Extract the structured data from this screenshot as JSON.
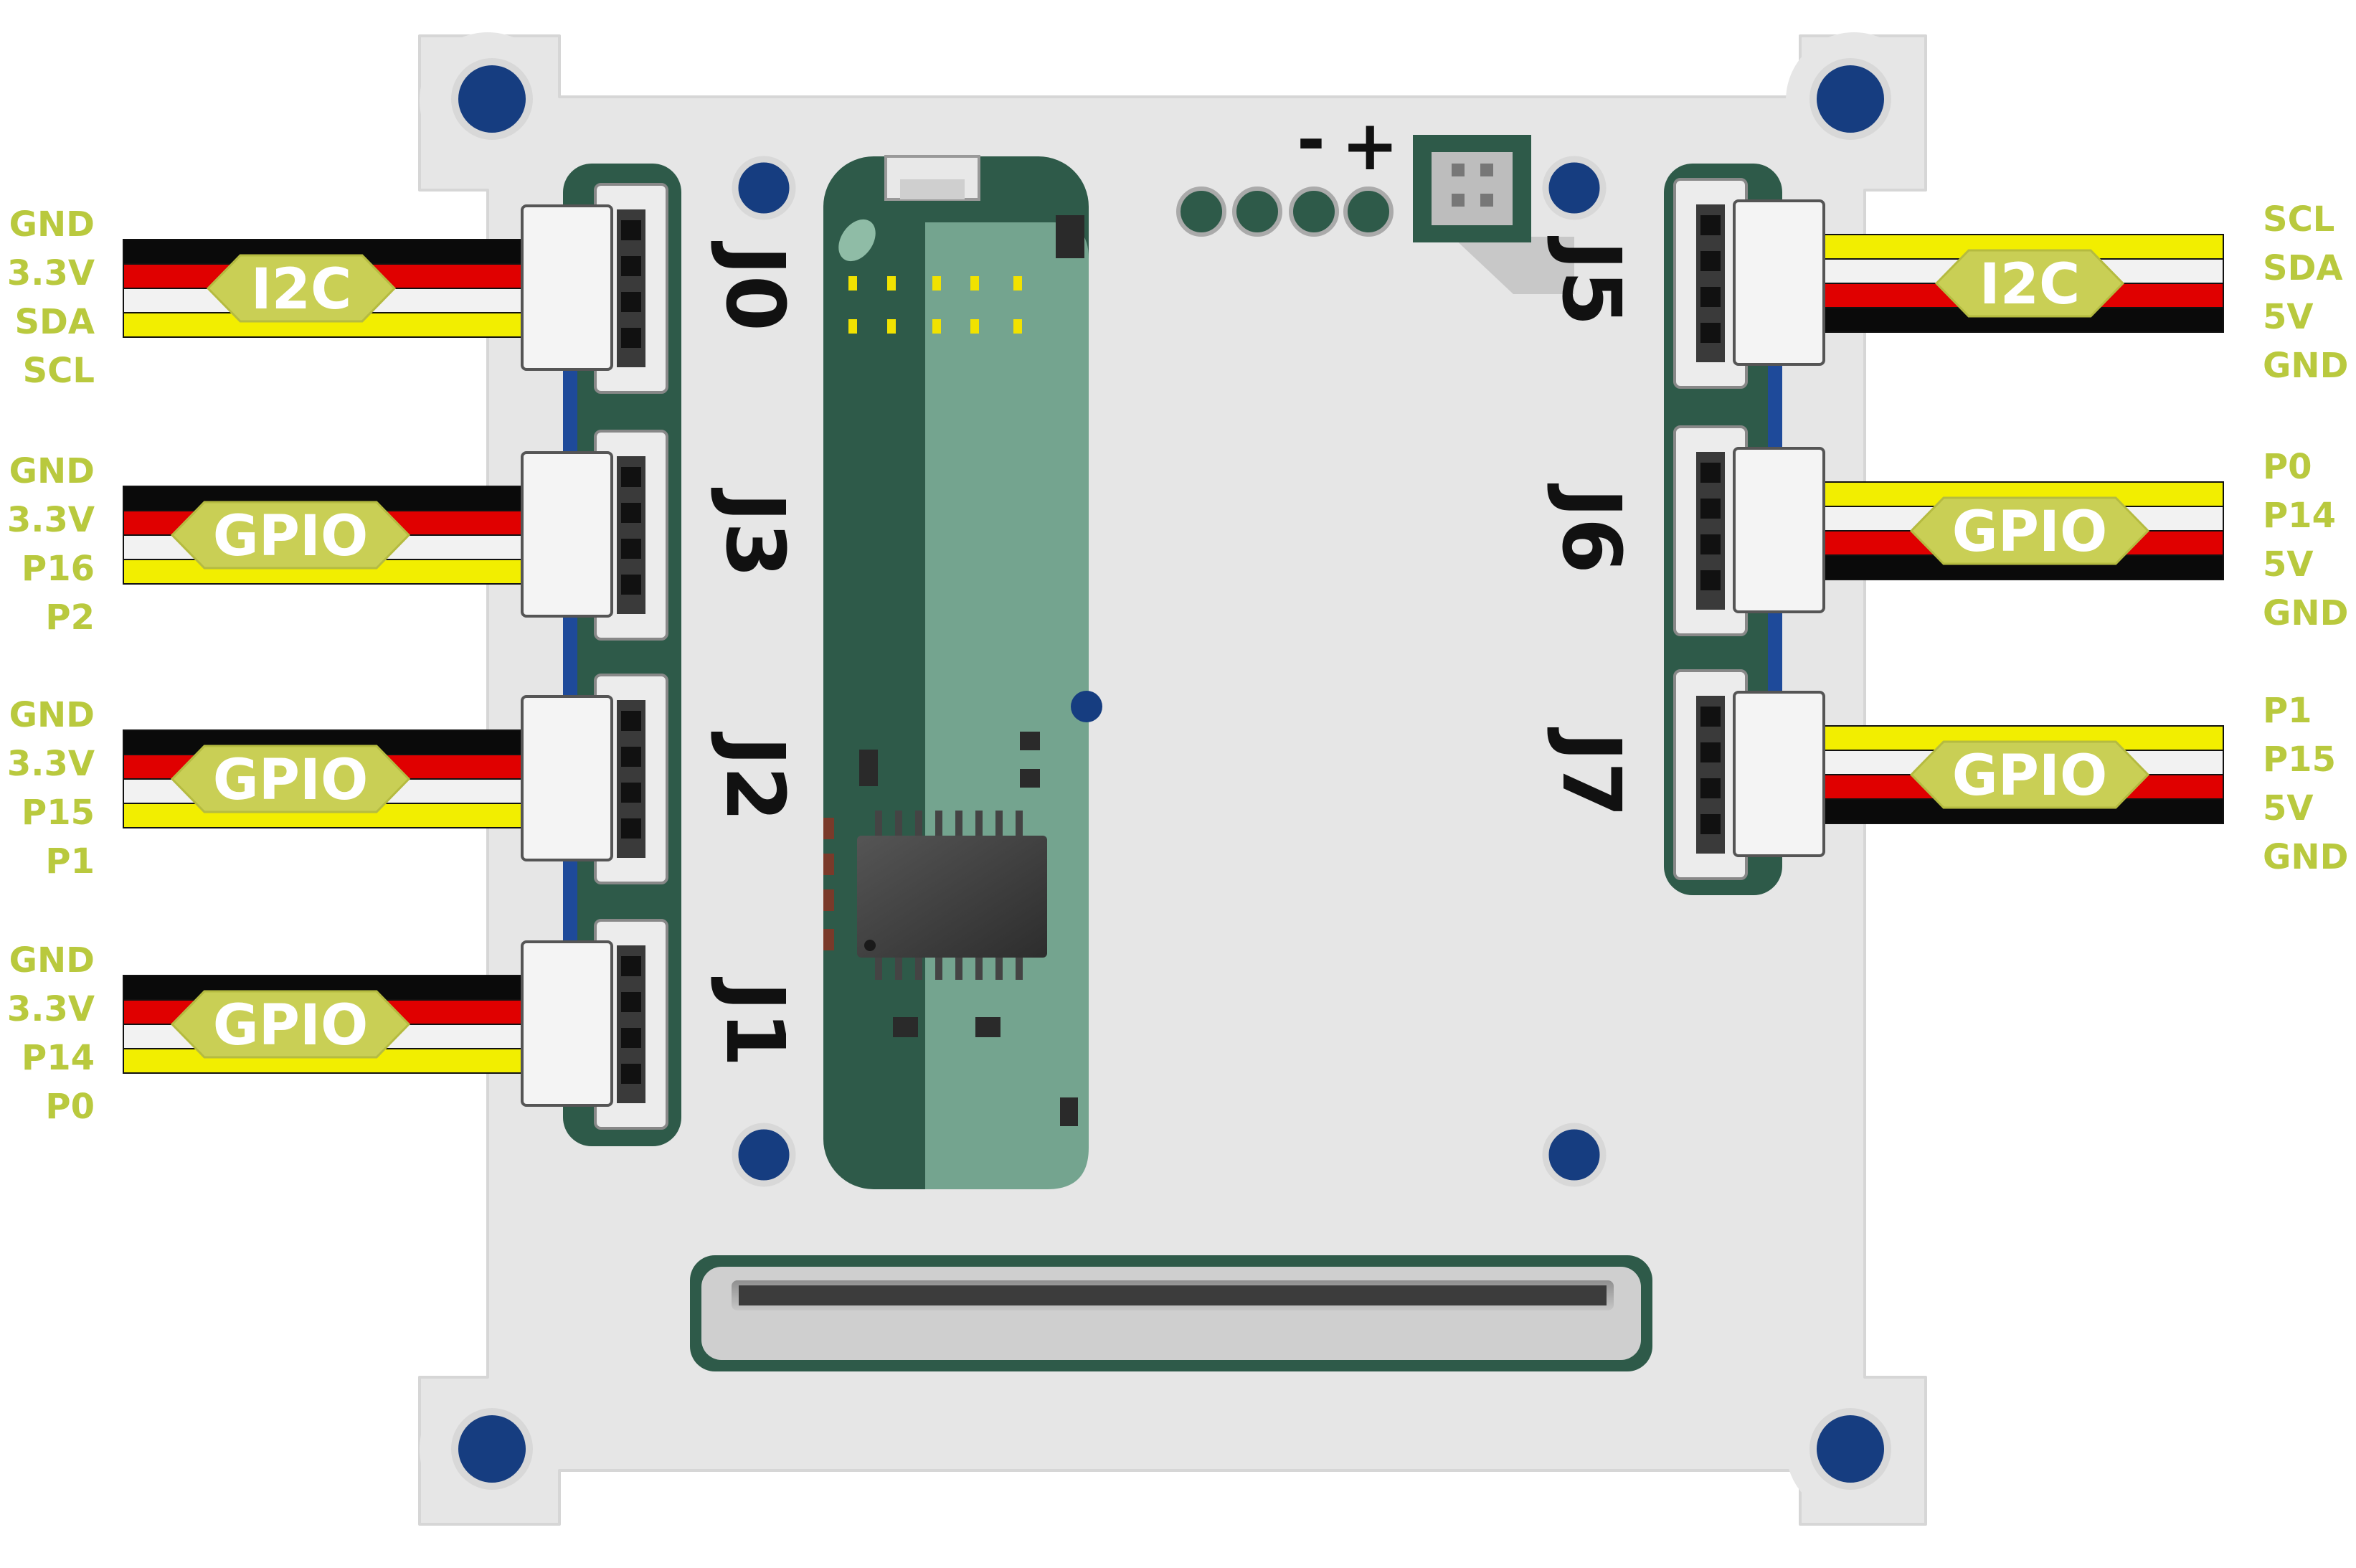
{
  "colors": {
    "pin_text": "#b9c93e",
    "board": "#e6e6e6",
    "board_edge": "#d3d3d3",
    "mount_hole": "#163d80",
    "pcb_green": "#2e5a49",
    "pcb_light": "#74a48f",
    "connector_white": "#f4f4f4",
    "label_badge": "#c9cf55",
    "label_text": "#ffffff",
    "wire_black": "#0a0a0a",
    "wire_red": "#e00000",
    "wire_white": "#f2f2f2",
    "wire_yellow": "#f2ee00"
  },
  "board": {
    "power_minus": "-",
    "power_plus": "+"
  },
  "left_ports": [
    {
      "connector": "J0",
      "bus": "I2C",
      "pins": [
        "GND",
        "3.3V",
        "SDA",
        "SCL"
      ]
    },
    {
      "connector": "J3",
      "bus": "GPIO",
      "pins": [
        "GND",
        "3.3V",
        "P16",
        "P2"
      ]
    },
    {
      "connector": "J2",
      "bus": "GPIO",
      "pins": [
        "GND",
        "3.3V",
        "P15",
        "P1"
      ]
    },
    {
      "connector": "J1",
      "bus": "GPIO",
      "pins": [
        "GND",
        "3.3V",
        "P14",
        "P0"
      ]
    }
  ],
  "right_ports": [
    {
      "connector": "J5",
      "bus": "I2C",
      "pins": [
        "SCL",
        "SDA",
        "5V",
        "GND"
      ]
    },
    {
      "connector": "J6",
      "bus": "GPIO",
      "pins": [
        "P0",
        "P14",
        "5V",
        "GND"
      ]
    },
    {
      "connector": "J7",
      "bus": "GPIO",
      "pins": [
        "P1",
        "P15",
        "5V",
        "GND"
      ]
    }
  ]
}
